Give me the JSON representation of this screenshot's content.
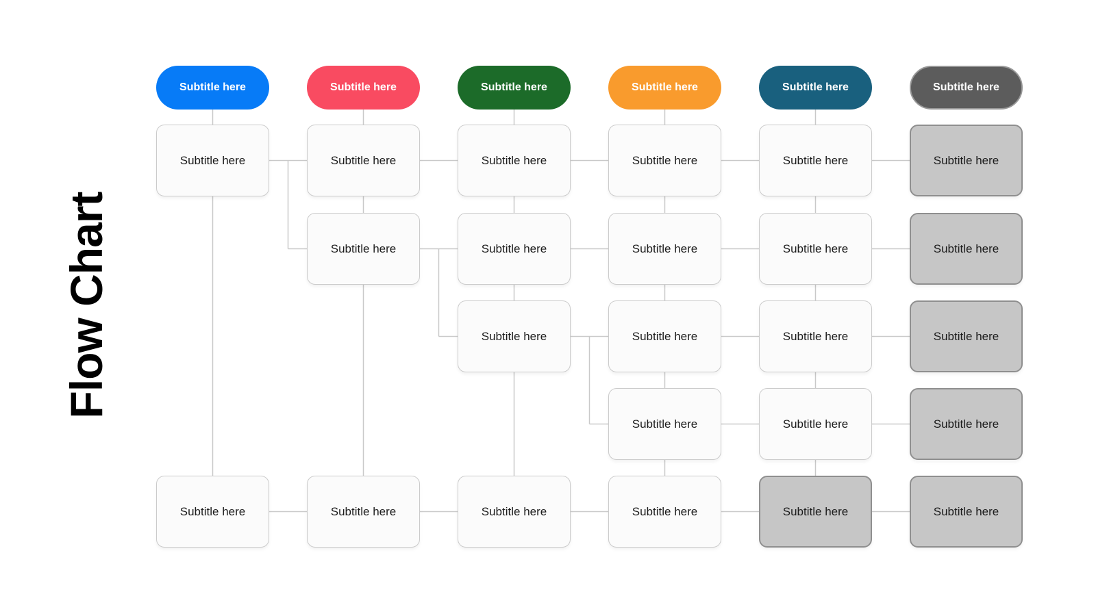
{
  "title": "Flow Chart",
  "colors": {
    "background": "#ffffff",
    "title": "#000000",
    "connector": "#c9c9c9",
    "node_fill": "#fbfbfb",
    "node_border": "#cbcbcb",
    "node_text": "#1c1c1c",
    "end_fill": "#c6c6c6",
    "end_border": "#8f8f8f",
    "pill_text": "#ffffff",
    "end_pill_border": "#989898"
  },
  "pills": [
    {
      "label": "Subtitle here",
      "color": "#077bf7"
    },
    {
      "label": "Subtitle here",
      "color": "#f94b61"
    },
    {
      "label": "Subtitle here",
      "color": "#1c6b29"
    },
    {
      "label": "Subtitle here",
      "color": "#f99b2d"
    },
    {
      "label": "Subtitle here",
      "color": "#19607e"
    },
    {
      "label": "Subtitle here",
      "color": "#5c5c5c",
      "border": "#989898"
    }
  ],
  "nodes": [
    {
      "col": 1,
      "row": 1,
      "label": "Subtitle here",
      "variant": "default"
    },
    {
      "col": 2,
      "row": 1,
      "label": "Subtitle here",
      "variant": "default"
    },
    {
      "col": 3,
      "row": 1,
      "label": "Subtitle here",
      "variant": "default"
    },
    {
      "col": 4,
      "row": 1,
      "label": "Subtitle here",
      "variant": "default"
    },
    {
      "col": 5,
      "row": 1,
      "label": "Subtitle here",
      "variant": "default"
    },
    {
      "col": 6,
      "row": 1,
      "label": "Subtitle here",
      "variant": "end"
    },
    {
      "col": 2,
      "row": 2,
      "label": "Subtitle here",
      "variant": "default"
    },
    {
      "col": 3,
      "row": 2,
      "label": "Subtitle here",
      "variant": "default"
    },
    {
      "col": 4,
      "row": 2,
      "label": "Subtitle here",
      "variant": "default"
    },
    {
      "col": 5,
      "row": 2,
      "label": "Subtitle here",
      "variant": "default"
    },
    {
      "col": 6,
      "row": 2,
      "label": "Subtitle here",
      "variant": "end"
    },
    {
      "col": 3,
      "row": 3,
      "label": "Subtitle here",
      "variant": "default"
    },
    {
      "col": 4,
      "row": 3,
      "label": "Subtitle here",
      "variant": "default"
    },
    {
      "col": 5,
      "row": 3,
      "label": "Subtitle here",
      "variant": "default"
    },
    {
      "col": 6,
      "row": 3,
      "label": "Subtitle here",
      "variant": "end"
    },
    {
      "col": 4,
      "row": 4,
      "label": "Subtitle here",
      "variant": "default"
    },
    {
      "col": 5,
      "row": 4,
      "label": "Subtitle here",
      "variant": "default"
    },
    {
      "col": 6,
      "row": 4,
      "label": "Subtitle here",
      "variant": "end"
    },
    {
      "col": 1,
      "row": 5,
      "label": "Subtitle here",
      "variant": "default"
    },
    {
      "col": 2,
      "row": 5,
      "label": "Subtitle here",
      "variant": "default"
    },
    {
      "col": 3,
      "row": 5,
      "label": "Subtitle here",
      "variant": "default"
    },
    {
      "col": 4,
      "row": 5,
      "label": "Subtitle here",
      "variant": "default"
    },
    {
      "col": 5,
      "row": 5,
      "label": "Subtitle here",
      "variant": "end"
    },
    {
      "col": 6,
      "row": 5,
      "label": "Subtitle here",
      "variant": "end"
    }
  ],
  "connectors": {
    "pill_drops": [
      1,
      2,
      3,
      4,
      5
    ],
    "horizontals": [
      {
        "row": 1,
        "between": [
          1,
          2
        ]
      },
      {
        "row": 1,
        "between": [
          2,
          3
        ]
      },
      {
        "row": 1,
        "between": [
          3,
          4
        ]
      },
      {
        "row": 1,
        "between": [
          4,
          5
        ]
      },
      {
        "row": 1,
        "between": [
          5,
          6
        ]
      },
      {
        "row": 2,
        "between": [
          2,
          3
        ]
      },
      {
        "row": 2,
        "between": [
          3,
          4
        ]
      },
      {
        "row": 2,
        "between": [
          4,
          5
        ]
      },
      {
        "row": 2,
        "between": [
          5,
          6
        ]
      },
      {
        "row": 3,
        "between": [
          3,
          4
        ]
      },
      {
        "row": 3,
        "between": [
          4,
          5
        ]
      },
      {
        "row": 3,
        "between": [
          5,
          6
        ]
      },
      {
        "row": 4,
        "between": [
          4,
          5
        ]
      },
      {
        "row": 4,
        "between": [
          5,
          6
        ]
      },
      {
        "row": 5,
        "between": [
          1,
          2
        ]
      },
      {
        "row": 5,
        "between": [
          2,
          3
        ]
      },
      {
        "row": 5,
        "between": [
          3,
          4
        ]
      },
      {
        "row": 5,
        "between": [
          4,
          5
        ]
      },
      {
        "row": 5,
        "between": [
          5,
          6
        ]
      }
    ],
    "verticals": [
      {
        "col": 1,
        "from_row": 1,
        "to_row": 5
      },
      {
        "col": 2,
        "from_row": 1,
        "to_row": 2
      },
      {
        "col": 2,
        "from_row": 2,
        "to_row": 5
      },
      {
        "col": 3,
        "from_row": 1,
        "to_row": 2
      },
      {
        "col": 3,
        "from_row": 2,
        "to_row": 3
      },
      {
        "col": 3,
        "from_row": 3,
        "to_row": 5
      },
      {
        "col": 4,
        "from_row": 1,
        "to_row": 2
      },
      {
        "col": 4,
        "from_row": 2,
        "to_row": 3
      },
      {
        "col": 4,
        "from_row": 3,
        "to_row": 4
      },
      {
        "col": 4,
        "from_row": 4,
        "to_row": 5
      },
      {
        "col": 5,
        "from_row": 1,
        "to_row": 2
      },
      {
        "col": 5,
        "from_row": 2,
        "to_row": 3
      },
      {
        "col": 5,
        "from_row": 3,
        "to_row": 4
      },
      {
        "col": 5,
        "from_row": 4,
        "to_row": 5
      }
    ],
    "branches": [
      {
        "after_col": 1,
        "from_row": 1,
        "to_row": 2
      },
      {
        "after_col": 2,
        "from_row": 2,
        "to_row": 3
      },
      {
        "after_col": 3,
        "from_row": 3,
        "to_row": 4
      }
    ]
  }
}
